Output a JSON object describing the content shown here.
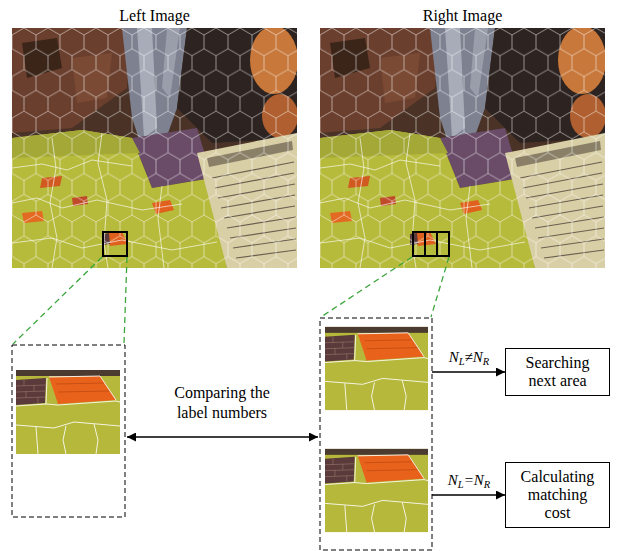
{
  "diagram": {
    "nodes": [
      {
        "text": [
          "Left Image"
        ]
      },
      {
        "text": [
          "Right Image"
        ]
      },
      {
        "text": [
          "Searching next area"
        ]
      },
      {
        "text": [
          "Calculating matching cost"
        ]
      }
    ],
    "labels": [
      "Comparing the label numbers",
      "NL≠NR",
      "NL=NR"
    ]
  }
}
